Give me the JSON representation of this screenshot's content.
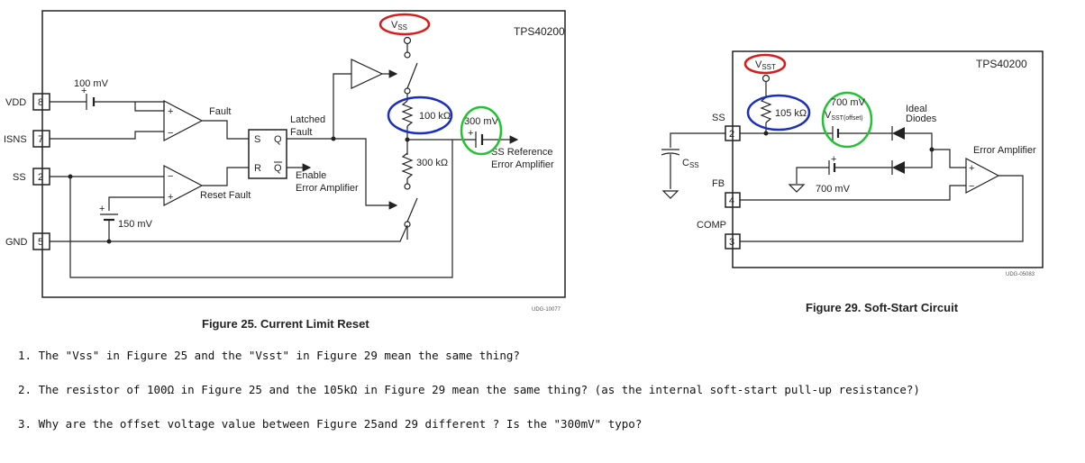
{
  "fig25": {
    "chip": "TPS40200",
    "code": "UDG-10077",
    "caption": "Figure 25.  Current Limit Reset",
    "pins": [
      {
        "name": "VDD",
        "num": "8"
      },
      {
        "name": "ISNS",
        "num": "7"
      },
      {
        "name": "SS",
        "num": "2"
      },
      {
        "name": "GND",
        "num": "5"
      }
    ],
    "vsource_100": "100 mV",
    "vsource_150": "150 mV",
    "fault": "Fault",
    "reset_fault": "Reset Fault",
    "latch": {
      "s": "S",
      "q": "Q",
      "r": "R",
      "qbar": "Q"
    },
    "latched_fault_1": "Latched",
    "latched_fault_2": "Fault",
    "enable_1": "Enable",
    "enable_2": "Error Amplifier",
    "vss_label": "V",
    "vss_sub": "SS",
    "res_100k": "100 kΩ",
    "res_300k": "300 kΩ",
    "offset": "300 mV",
    "ss_ref_1": "SS Reference",
    "ss_ref_2": "Error Amplifier",
    "plus": "+",
    "minus": "−"
  },
  "fig29": {
    "chip": "TPS40200",
    "code": "UDG-05083",
    "caption": "Figure 29.  Soft-Start Circuit",
    "vsst_label": "V",
    "vsst_sub": "SST",
    "res_105k": "105 kΩ",
    "offset_top": "700 mV",
    "offset_name": "V",
    "offset_sub": "SST(offset)",
    "ideal_1": "Ideal",
    "ideal_2": "Diodes",
    "error_amp": "Error Amplifier",
    "v700": "700 mV",
    "css": "C",
    "css_sub": "SS",
    "pins": [
      {
        "name": "SS",
        "num": "2"
      },
      {
        "name": "FB",
        "num": "4"
      },
      {
        "name": "COMP",
        "num": "3"
      }
    ]
  },
  "questions": [
    "1. The \"Vss\" in Figure 25 and the \"Vsst\" in Figure 29 mean the same thing?",
    "2. The resistor of 100Ω in Figure 25 and the 105kΩ in Figure 29 mean the same thing? (as the internal soft-start pull-up resistance?)",
    "3. Why are the offset voltage value between Figure 25and 29 different ?    Is the \"300mV\" typo?"
  ],
  "highlight_colors": {
    "red": "#d81c1c",
    "blue": "#1b2fbf",
    "green": "#22c233"
  }
}
